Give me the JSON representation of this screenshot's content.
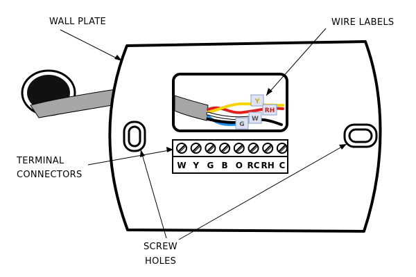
{
  "callouts": {
    "wall_plate": "WALL PLATE",
    "wire_labels": "WIRE LABELS",
    "terminal_connectors_line1": "TERMINAL",
    "terminal_connectors_line2": "CONNECTORS",
    "screw_holes_line1": "SCREW",
    "screw_holes_line2": "HOLES"
  },
  "terminals": [
    "W",
    "Y",
    "G",
    "B",
    "O",
    "RC",
    "RH",
    "C"
  ],
  "wire_tags": {
    "yellow": "Y",
    "white": "W",
    "green": "G",
    "red": "RH"
  },
  "colors": {
    "outline": "#000000",
    "cable": "#a6a6a6",
    "wall_hole": "#111111",
    "tag_fill": "#dde3f2",
    "wire_red": "#e0201c",
    "wire_yellow": "#f5d400",
    "wire_blue": "#1b8fe6",
    "wire_black": "#000000",
    "wire_white": "#ffffff"
  }
}
